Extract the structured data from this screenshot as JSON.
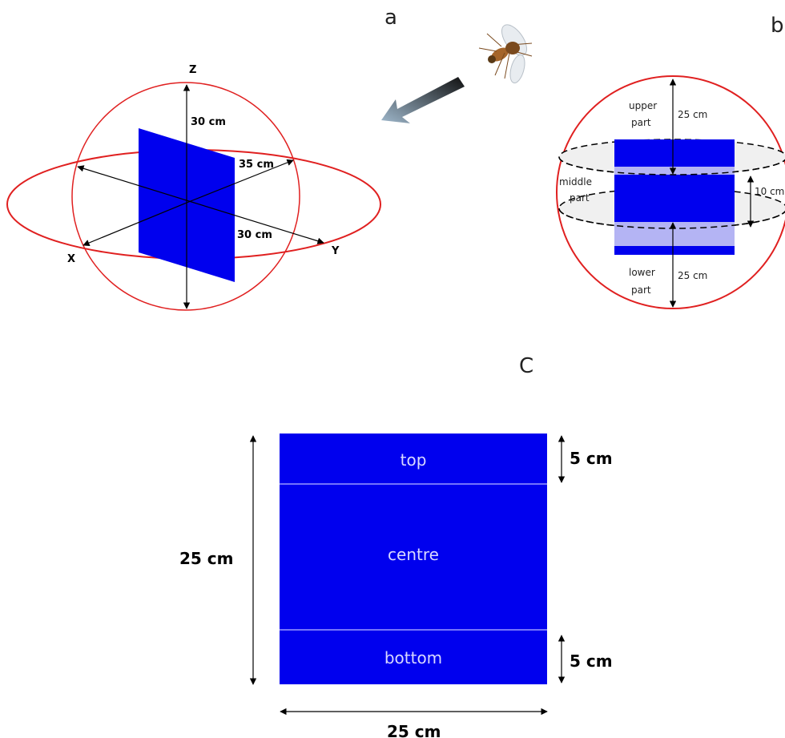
{
  "panel_a": {
    "label": "a",
    "axis_z": "Z",
    "axis_x": "X",
    "axis_y": "Y",
    "dim_z": "30 cm",
    "dim_radius": "35 cm",
    "dim_y": "30 cm"
  },
  "panel_b": {
    "label": "b",
    "upper": "upper",
    "upper2": "part",
    "middle": "middle",
    "middle2": "part",
    "lower": "lower",
    "lower2": "part",
    "dim_upper": "25 cm",
    "dim_middle": "10 cm",
    "dim_lower": "25 cm"
  },
  "panel_c": {
    "label": "C",
    "zone_top": "top",
    "zone_centre": "centre",
    "zone_bottom": "bottom",
    "dim_height": "25 cm",
    "dim_width": "25 cm",
    "dim_top": "5 cm",
    "dim_bottom": "5 cm"
  },
  "colors": {
    "board_blue": "#0000ee",
    "sphere_red": "#e02020"
  }
}
